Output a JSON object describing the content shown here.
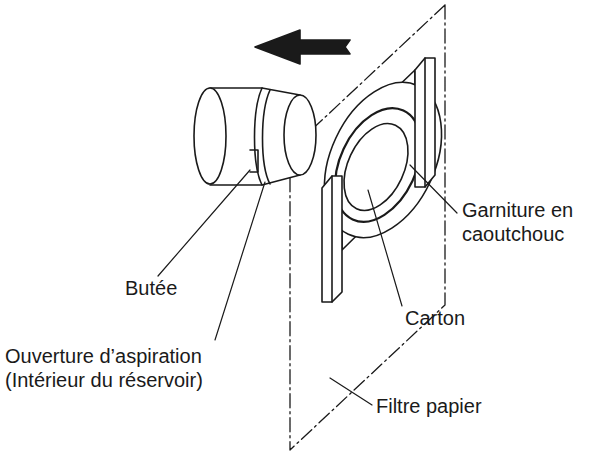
{
  "diagram": {
    "labels": [
      "Butée",
      "Ouverture d’aspiration (Intérieur du réservoir)",
      "Garniture en caoutchouc",
      "Carton",
      "Filtre papier"
    ]
  }
}
